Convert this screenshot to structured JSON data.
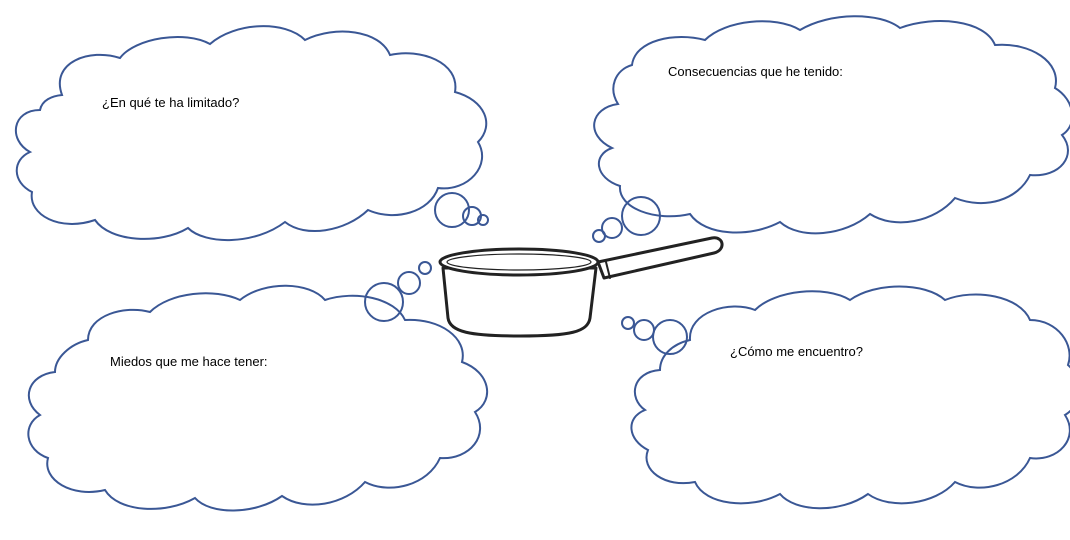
{
  "colors": {
    "cloud_stroke": "#3a5795",
    "pot_stroke": "#222222",
    "pot_fill": "#ffffff",
    "background": "#ffffff"
  },
  "clouds": [
    {
      "id": "limitations",
      "prompt": "¿En qué te ha limitado?"
    },
    {
      "id": "consequences",
      "prompt": "Consecuencias que he tenido:"
    },
    {
      "id": "fears",
      "prompt": "Miedos que me hace tener:"
    },
    {
      "id": "feelings",
      "prompt": "¿Cómo me encuentro?"
    }
  ],
  "center_image": {
    "icon": "cooking-pot-icon"
  }
}
